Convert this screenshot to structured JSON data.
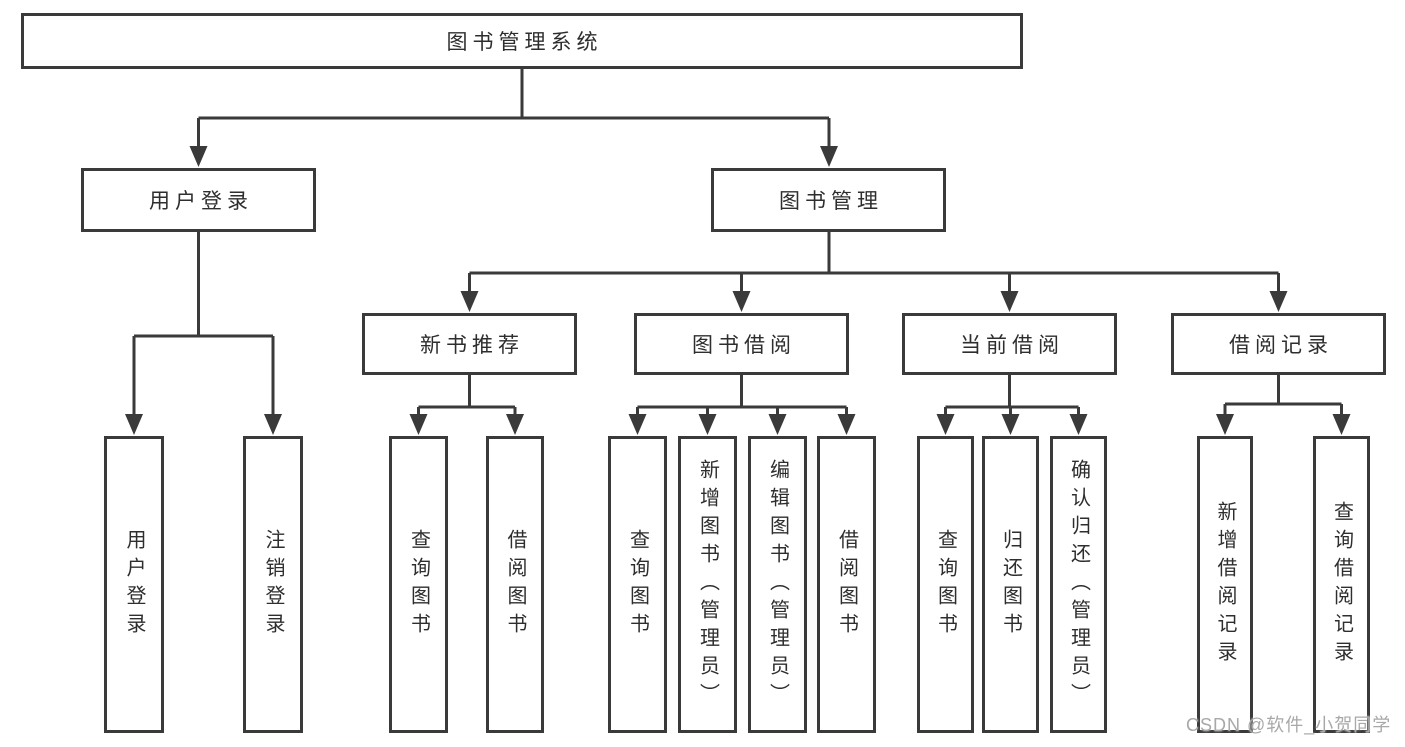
{
  "diagram": {
    "type": "hierarchy-tree",
    "title": "图书管理系统",
    "watermark": "CSDN @软件_小贺同学",
    "colors": {
      "line": "#3a3a3a",
      "box_border": "#3a3a3a",
      "text": "#2e2e2e",
      "watermark": "#a8a8a8",
      "background": "#ffffff"
    },
    "tree": {
      "label": "图书管理系统",
      "children": [
        {
          "label": "用户登录",
          "children": [
            {
              "label": "用户登录"
            },
            {
              "label": "注销登录"
            }
          ]
        },
        {
          "label": "图书管理",
          "children": [
            {
              "label": "新书推荐",
              "children": [
                {
                  "label": "查询图书"
                },
                {
                  "label": "借阅图书"
                }
              ]
            },
            {
              "label": "图书借阅",
              "children": [
                {
                  "label": "查询图书"
                },
                {
                  "label": "新增图书（管理员）"
                },
                {
                  "label": "编辑图书（管理员）"
                },
                {
                  "label": "借阅图书"
                }
              ]
            },
            {
              "label": "当前借阅",
              "children": [
                {
                  "label": "查询图书"
                },
                {
                  "label": "归还图书"
                },
                {
                  "label": "确认归还（管理员）"
                }
              ]
            },
            {
              "label": "借阅记录",
              "children": [
                {
                  "label": "新增借阅记录"
                },
                {
                  "label": "查询借阅记录"
                }
              ]
            }
          ]
        }
      ]
    }
  }
}
